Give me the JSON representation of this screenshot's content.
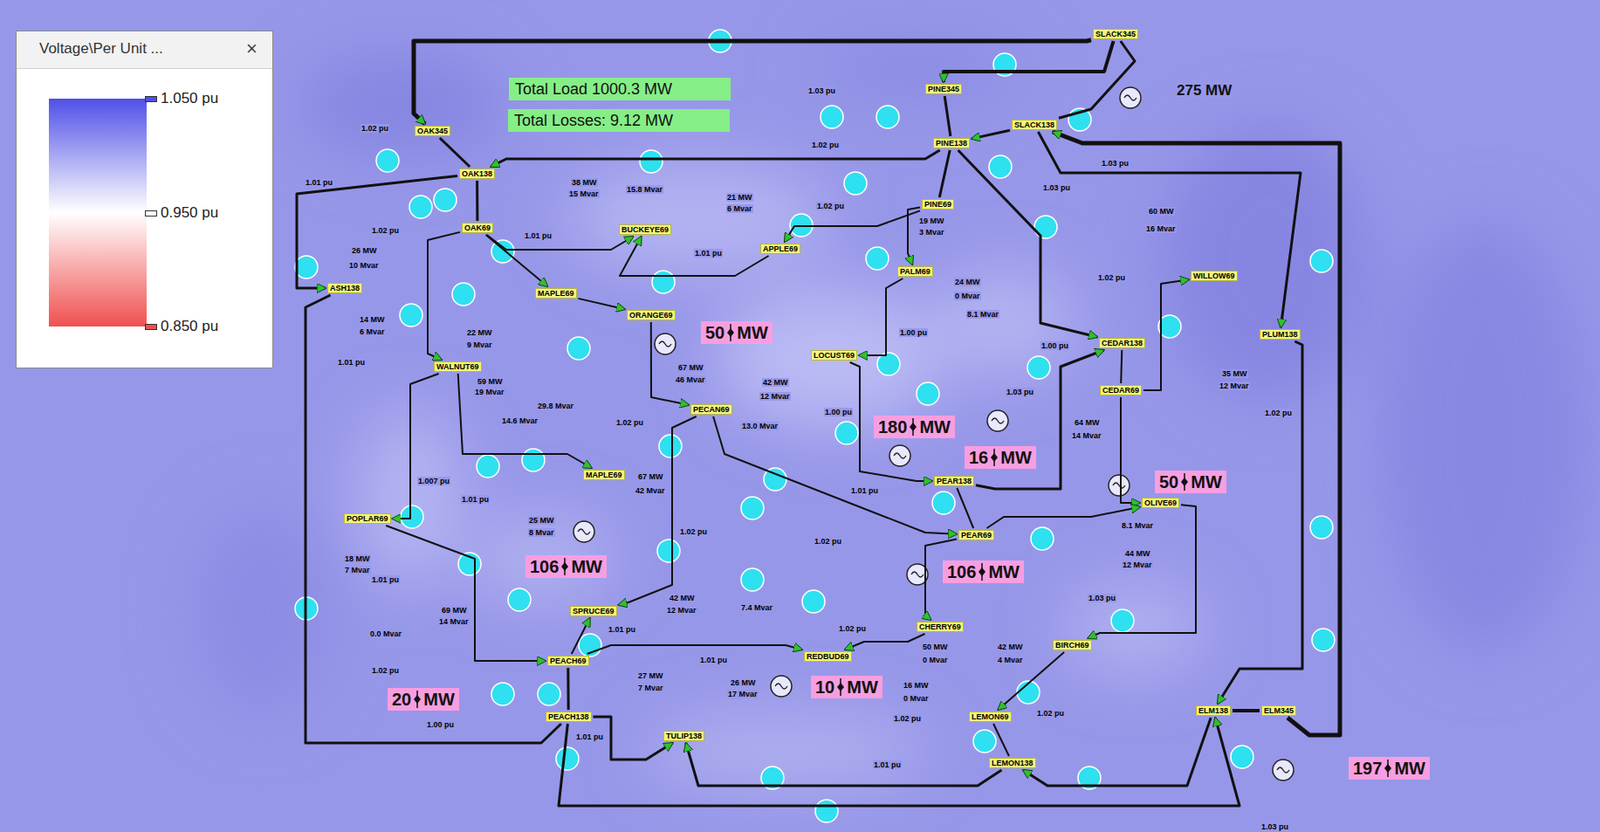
{
  "diagram": {
    "nodes": [
      {
        "text": [
          "Total Load 1000.3 MW"
        ]
      },
      {
        "text": [
          "Total Losses: 9.12 MW"
        ]
      },
      {
        "text": [
          "SLACK345"
        ]
      },
      {
        "text": [
          "PINE345"
        ]
      },
      {
        "text": [
          "SLACK138"
        ]
      },
      {
        "text": [
          "PINE138"
        ]
      },
      {
        "text": [
          "OAK345"
        ]
      },
      {
        "text": [
          "OAK138"
        ]
      },
      {
        "text": [
          "PINE69"
        ]
      },
      {
        "text": [
          "OAK69"
        ]
      },
      {
        "text": [
          "BUCKEYE69"
        ]
      },
      {
        "text": [
          "APPLE69"
        ]
      },
      {
        "text": [
          "PALM69"
        ]
      },
      {
        "text": [
          "WILLOW69"
        ]
      },
      {
        "text": [
          "ASH138"
        ]
      },
      {
        "text": [
          "MAPLE69"
        ]
      },
      {
        "text": [
          "ORANGE69"
        ]
      },
      {
        "text": [
          "50",
          "MW"
        ]
      },
      {
        "text": [
          "PLUM138"
        ]
      },
      {
        "text": [
          "CEDAR138"
        ]
      },
      {
        "text": [
          "LOCUST69"
        ]
      },
      {
        "text": [
          "WALNUT69"
        ]
      },
      {
        "text": [
          "CEDAR69"
        ]
      },
      {
        "text": [
          "PECAN69"
        ]
      },
      {
        "text": [
          "180",
          "MW"
        ]
      },
      {
        "text": [
          "16",
          "MW"
        ]
      },
      {
        "text": [
          "MAPLE69"
        ]
      },
      {
        "text": [
          "PEAR138"
        ]
      },
      {
        "text": [
          "50",
          "MW"
        ]
      },
      {
        "text": [
          "OLIVE69"
        ]
      },
      {
        "text": [
          "POPLAR69"
        ]
      },
      {
        "text": [
          "PEAR69"
        ]
      },
      {
        "text": [
          "106",
          "MW"
        ]
      },
      {
        "text": [
          "106",
          "MW"
        ]
      },
      {
        "text": [
          "SPRUCE69"
        ]
      },
      {
        "text": [
          "CHERRY69"
        ]
      },
      {
        "text": [
          "BIRCH69"
        ]
      },
      {
        "text": [
          "REDBUD69"
        ]
      },
      {
        "text": [
          "PEACH69"
        ]
      },
      {
        "text": [
          "20",
          "MW"
        ]
      },
      {
        "text": [
          "10",
          "MW"
        ]
      },
      {
        "text": [
          "ELM138"
        ]
      },
      {
        "text": [
          "ELM345"
        ]
      },
      {
        "text": [
          "PEACH138"
        ]
      },
      {
        "text": [
          "LEMON69"
        ]
      },
      {
        "text": [
          "TULIP138"
        ]
      },
      {
        "text": [
          "LEMON138"
        ]
      },
      {
        "text": [
          "197",
          "MW"
        ]
      }
    ],
    "edges": [
      {
        "from": 2,
        "to": 6,
        "arrow": "to"
      },
      {
        "from": 2,
        "to": 3,
        "arrow": "to"
      },
      {
        "from": 2,
        "to": 4,
        "arrow": "none"
      },
      {
        "from": 3,
        "to": 5,
        "arrow": "none"
      },
      {
        "from": 6,
        "to": 7,
        "arrow": "none"
      },
      {
        "from": 4,
        "to": 5,
        "arrow": "to"
      },
      {
        "from": 5,
        "to": 7,
        "arrow": "to"
      },
      {
        "from": 4,
        "to": 18,
        "arrow": "to"
      },
      {
        "from": 18,
        "to": 41,
        "arrow": "to"
      },
      {
        "from": 42,
        "to": 4,
        "arrow": "to"
      },
      {
        "from": 5,
        "to": 19,
        "arrow": "to"
      },
      {
        "from": 5,
        "to": 8,
        "arrow": "none"
      },
      {
        "from": 7,
        "to": 9,
        "arrow": "none"
      },
      {
        "from": 7,
        "to": 14,
        "arrow": "to"
      },
      {
        "from": 14,
        "to": 43,
        "arrow": "none"
      },
      {
        "from": 9,
        "to": 10,
        "arrow": "to"
      },
      {
        "from": 11,
        "to": 10,
        "arrow": "to"
      },
      {
        "from": 8,
        "to": 11,
        "arrow": "to"
      },
      {
        "from": 8,
        "to": 12,
        "arrow": "to"
      },
      {
        "from": 12,
        "to": 20,
        "arrow": "to"
      },
      {
        "from": 9,
        "to": 15,
        "arrow": "to"
      },
      {
        "from": 15,
        "to": 16,
        "arrow": "to"
      },
      {
        "from": 9,
        "to": 21,
        "arrow": "to"
      },
      {
        "from": 21,
        "to": 30,
        "arrow": "to"
      },
      {
        "from": 21,
        "to": 26,
        "arrow": "to"
      },
      {
        "from": 30,
        "to": 38,
        "arrow": "to"
      },
      {
        "from": 38,
        "to": 43,
        "arrow": "none"
      },
      {
        "from": 38,
        "to": 34,
        "arrow": "to"
      },
      {
        "from": 38,
        "to": 37,
        "arrow": "to"
      },
      {
        "from": 16,
        "to": 23,
        "arrow": "to"
      },
      {
        "from": 23,
        "to": 34,
        "arrow": "to"
      },
      {
        "from": 23,
        "to": 31,
        "arrow": "to"
      },
      {
        "from": 20,
        "to": 27,
        "arrow": "to"
      },
      {
        "from": 27,
        "to": 31,
        "arrow": "none"
      },
      {
        "from": 27,
        "to": 19,
        "arrow": "to"
      },
      {
        "from": 19,
        "to": 22,
        "arrow": "none"
      },
      {
        "from": 22,
        "to": 13,
        "arrow": "to"
      },
      {
        "from": 22,
        "to": 29,
        "arrow": "to"
      },
      {
        "from": 31,
        "to": 29,
        "arrow": "to"
      },
      {
        "from": 31,
        "to": 35,
        "arrow": "to"
      },
      {
        "from": 35,
        "to": 37,
        "arrow": "to"
      },
      {
        "from": 29,
        "to": 36,
        "arrow": "to"
      },
      {
        "from": 36,
        "to": 44,
        "arrow": "to"
      },
      {
        "from": 44,
        "to": 46,
        "arrow": "none"
      },
      {
        "from": 41,
        "to": 46,
        "arrow": "to"
      },
      {
        "from": 46,
        "to": 45,
        "arrow": "to"
      },
      {
        "from": 43,
        "to": 45,
        "arrow": "to"
      },
      {
        "from": 43,
        "to": 41,
        "arrow": "to"
      },
      {
        "from": 41,
        "to": 42,
        "arrow": "none"
      }
    ],
    "labels": [
      "Voltage\\Per Unit ...",
      "×",
      "275 MW",
      "1.03 pu",
      "1.02 pu",
      "1.02 pu",
      "1.03 pu",
      "1.01 pu",
      "38 MW",
      "15 Mvar",
      "15.8 Mvar",
      "1.03 pu",
      "21 MW",
      "6 Mvar",
      "1.02 pu",
      "60 MW",
      "19 MW",
      "16 Mvar",
      "1.02 pu",
      "3 Mvar",
      "1.01 pu",
      "26 MW",
      "1.01 pu",
      "10 Mvar",
      "1.02 pu",
      "24 MW",
      "0 Mvar",
      "8.1 Mvar",
      "14 MW",
      "6 Mvar",
      "22 MW",
      "1.00 pu",
      "9 Mvar",
      "1.00 pu",
      "1.01 pu",
      "67 MW",
      "35 MW",
      "46 Mvar",
      "59 MW",
      "42 MW",
      "12 Mvar",
      "1.03 pu",
      "19 Mvar",
      "12 Mvar",
      "29.8 Mvar",
      "1.00 pu",
      "1.02 pu",
      "14.6 Mvar",
      "64 MW",
      "1.02 pu",
      "13.0 Mvar",
      "14 Mvar",
      "67 MW",
      "1.007 pu",
      "42 Mvar",
      "1.01 pu",
      "1.01 pu",
      "25 MW",
      "8.1 Mvar",
      "1.02 pu",
      "8 Mvar",
      "1.02 pu",
      "44 MW",
      "18 MW",
      "12 Mvar",
      "7 Mvar",
      "1.01 pu",
      "42 MW",
      "1.03 pu",
      "7.4 Mvar",
      "69 MW",
      "12 Mvar",
      "14 Mvar",
      "1.02 pu",
      "1.01 pu",
      "0.0 Mvar",
      "50 MW",
      "42 MW",
      "1.01 pu",
      "0 Mvar",
      "4 Mvar",
      "1.02 pu",
      "27 MW",
      "26 MW",
      "16 MW",
      "7 Mvar",
      "17 Mvar",
      "0 Mvar",
      "1.02 pu",
      "1.02 pu",
      "1.00 pu",
      "1.01 pu",
      "1.01 pu",
      "1.03 pu"
    ],
    "legend": [
      {
        "text": "1.050 pu",
        "color": "#5050e8"
      },
      {
        "text": "0.950 pu",
        "color": "#ffffff"
      },
      {
        "text": "0.850 pu",
        "color": "#f05050"
      }
    ]
  }
}
